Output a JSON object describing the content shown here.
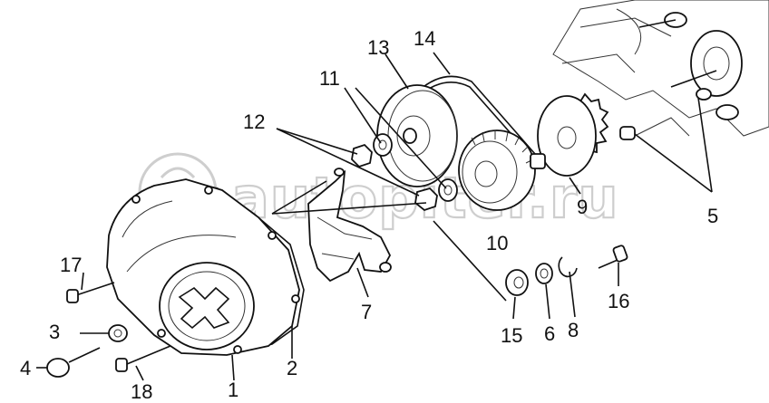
{
  "diagram": {
    "watermark": "autopiter.ru",
    "callouts": [
      "1",
      "2",
      "3",
      "4",
      "5",
      "6",
      "7",
      "8",
      "9",
      "10",
      "11",
      "12",
      "13",
      "14",
      "15",
      "16",
      "17",
      "18"
    ]
  },
  "colors": {
    "ink": "#111111",
    "watermark": "#c9c9c9",
    "background": "#ffffff"
  }
}
